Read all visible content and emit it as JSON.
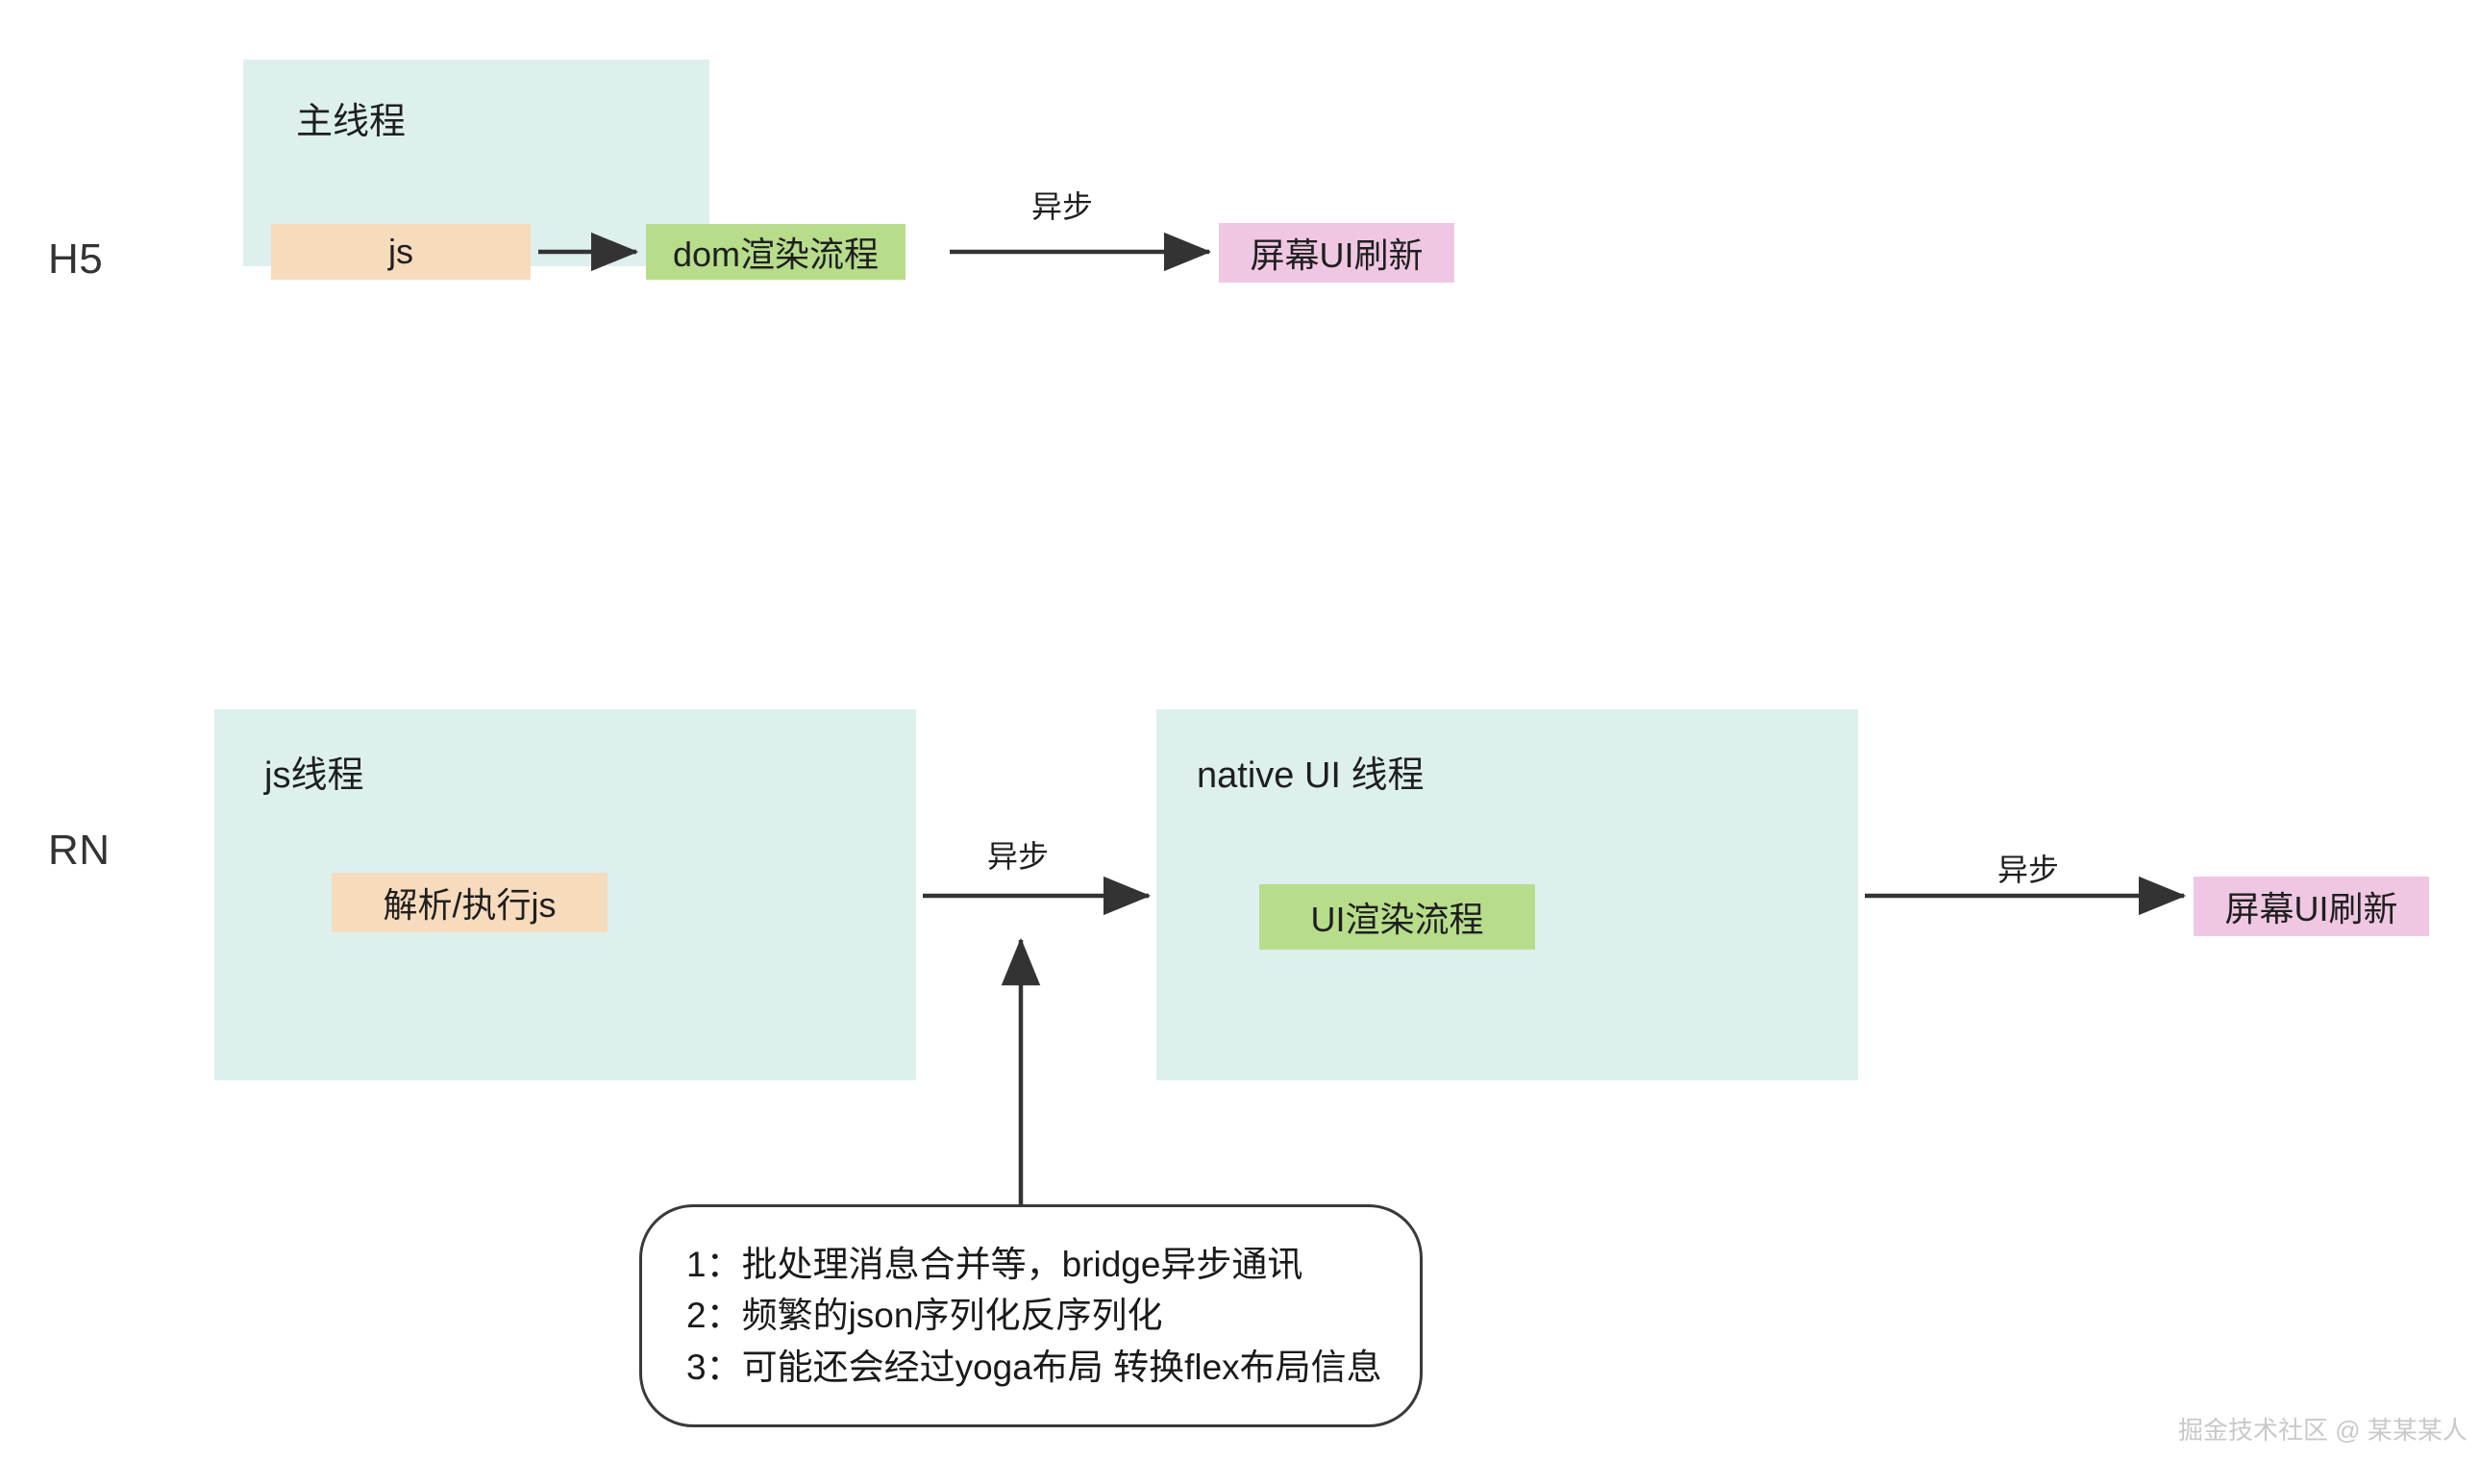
{
  "diagram": {
    "rows": [
      {
        "id": "h5",
        "label": "H5"
      },
      {
        "id": "rn",
        "label": "RN"
      }
    ],
    "h5": {
      "thread_title": "主线程",
      "js_node": "js",
      "dom_node": "dom渲染流程",
      "arrow_label": "异步",
      "screen_node": "屏幕UI刷新"
    },
    "rn": {
      "js_thread_title": "js线程",
      "js_node": "解析/执行js",
      "bridge_arrow_label": "异步",
      "native_thread_title": "native UI 线程",
      "ui_render_node": "UI渲染流程",
      "screen_arrow_label": "异步",
      "screen_node": "屏幕UI刷新"
    },
    "callout": {
      "lines": [
        "1：批处理消息合并等，bridge异步通讯",
        "2：频繁的json序列化反序列化",
        "3：可能还会经过yoga布局 转换flex布局信息"
      ]
    },
    "watermark": "掘金技术社区 @ 某某某人",
    "colors": {
      "thread_container": "#ddf0ee",
      "js_node": "#f7dbbd",
      "render_node": "#b7dd8b",
      "screen_node": "#efc7e2",
      "arrow": "#333333",
      "text": "#1f1f1f",
      "watermark": "#c9c9c9"
    }
  }
}
